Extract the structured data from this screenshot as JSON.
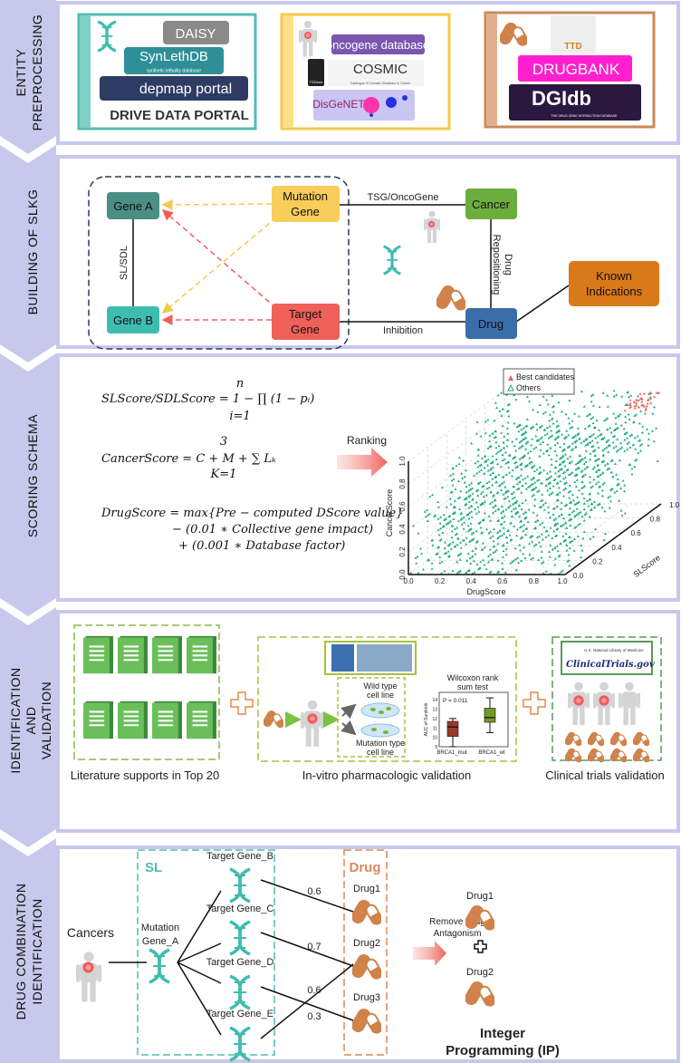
{
  "sections": [
    {
      "label_lines": [
        "ENTITY",
        "PREPROCESSING"
      ]
    },
    {
      "label_lines": [
        "BUILDING OF SLKG"
      ]
    },
    {
      "label_lines": [
        "SCORING SCHEMA"
      ]
    },
    {
      "label_lines": [
        "IDENTIFICATION",
        "AND",
        "VALIDATION"
      ]
    },
    {
      "label_lines": [
        "DRUG COMBINATION",
        "IDENTIFICATION"
      ]
    }
  ],
  "preprocessing": {
    "gene_databases": [
      "DAISY",
      "SynLethDB",
      "synthetic lethality database",
      "depmap portal",
      "DRIVE DATA PORTAL"
    ],
    "cancer_databases": [
      "oncogene database",
      "TSGene",
      "COSMIC",
      "Catalogue Of Somatic Mutations In Cancer",
      "DisGeNET"
    ],
    "drug_databases": [
      "TTD",
      "DRUGBANK",
      "DGIdb",
      "THE DRUG GENE INTERACTION DATABASE"
    ],
    "colors": {
      "gene": "#4fbdb1",
      "cancer": "#f6c944",
      "drug": "#c98a5a"
    }
  },
  "slkg": {
    "nodes": {
      "gene_a": "Gene A",
      "gene_b": "Gene B",
      "mutation_gene": [
        "Mutation",
        "Gene"
      ],
      "target_gene": [
        "Target",
        "Gene"
      ],
      "cancer": "Cancer",
      "drug": "Drug",
      "known_indications": [
        "Known",
        "Indications"
      ]
    },
    "edges": {
      "sl_sdl": "SL/SDL",
      "tsg_oncogene": "TSG/OncoGene",
      "drug_repositioning": [
        "Drug",
        "Repositioning"
      ],
      "inhibition": "Inhibition"
    },
    "colors": {
      "gene_a": "#4a8f84",
      "gene_b": "#3fbcb0",
      "mutation_gene": "#f8cd5a",
      "target_gene": "#f0605a",
      "cancer": "#6cae3e",
      "drug": "#3a6ea8",
      "known_indications": "#d9791a"
    }
  },
  "scoring": {
    "formula_sl": "SLScore/SDLScore = 1 − ∏ (1 − pᵢ)",
    "formula_sl_limits": [
      "n",
      "i=1"
    ],
    "formula_cancer": "CancerScore = C + M + ∑ Lₖ",
    "formula_cancer_limits": [
      "3",
      "K=1"
    ],
    "formula_drug": [
      "DrugScore =  max{Pre − computed DScore value}",
      "− (0.01 ∗ Collective gene impact)",
      "+ (0.001 ∗ Database factor)"
    ],
    "ranking_label": "Ranking"
  },
  "chart_data": {
    "type": "scatter",
    "dimensions": "3d",
    "xlabel": "DrugScore",
    "ylabel": "CancerScore",
    "zlabel": "SLScore",
    "xlim": [
      0,
      1
    ],
    "ylim": [
      0,
      1
    ],
    "zlim": [
      0,
      1
    ],
    "x_ticks": [
      "0.0",
      "0.2",
      "0.4",
      "0.6",
      "0.8",
      "1.0"
    ],
    "y_ticks": [
      "0.0",
      "0.2",
      "0.4",
      "0.6",
      "0.8",
      "1.0"
    ],
    "z_ticks": [
      "0.0",
      "0.2",
      "0.4",
      "0.6",
      "0.8",
      "1.0"
    ],
    "legend": [
      {
        "name": "Best candidates",
        "color": "#f0605a",
        "marker": "filled-triangle"
      },
      {
        "name": "Others",
        "color": "#1faa80",
        "marker": "open-triangle"
      }
    ],
    "legend_position": "top-left",
    "grid": true
  },
  "validation": {
    "literature_caption": "Literature supports in Top 20",
    "invitro_caption": "In-vitro pharmacologic validation",
    "clinical_caption": "Clinical trials validation",
    "wild_type": [
      "Wild type",
      "cell line"
    ],
    "mutation_type": [
      "Mutation type",
      "cell line"
    ],
    "boxplot": {
      "title": [
        "Wilcoxon rank",
        "sum test"
      ],
      "p_value": "P = 0.011",
      "ylabel": "AUC of Sunitinib",
      "y_ticks": [
        "9",
        "10",
        "11",
        "12",
        "13",
        "14"
      ],
      "categories": [
        "BRCA1_mut",
        "BRCA1_wt"
      ],
      "boxes": [
        {
          "min": 9,
          "q1": 10.1,
          "median": 11.1,
          "q3": 11.7,
          "max": 12,
          "color": "#9b3a2a"
        },
        {
          "min": 10.5,
          "q1": 11.6,
          "median": 12.1,
          "q3": 13.1,
          "max": 14.2,
          "color": "#6f9a2a"
        }
      ]
    },
    "clinical_logo": [
      "U.S. National Library of Medicine",
      "ClinicalTrials.gov"
    ]
  },
  "combination": {
    "sl_label": "SL",
    "drug_label": "Drug",
    "cancers": "Cancers",
    "mutation_gene": [
      "Mutation",
      "Gene_A"
    ],
    "targets": [
      "Target Gene_B",
      "Target Gene_C",
      "Target Gene_D",
      "Target Gene_E"
    ],
    "drugs": [
      "Drug1",
      "Drug2",
      "Drug3"
    ],
    "edge_weights": [
      "0.6",
      "0.7",
      "0.6",
      "0.3"
    ],
    "remove_label": [
      "Remove Drug",
      "Antagonism"
    ],
    "result_drugs": [
      "Drug1",
      "Drug2"
    ],
    "ip_label": [
      "Integer",
      "Programming (IP)"
    ]
  }
}
